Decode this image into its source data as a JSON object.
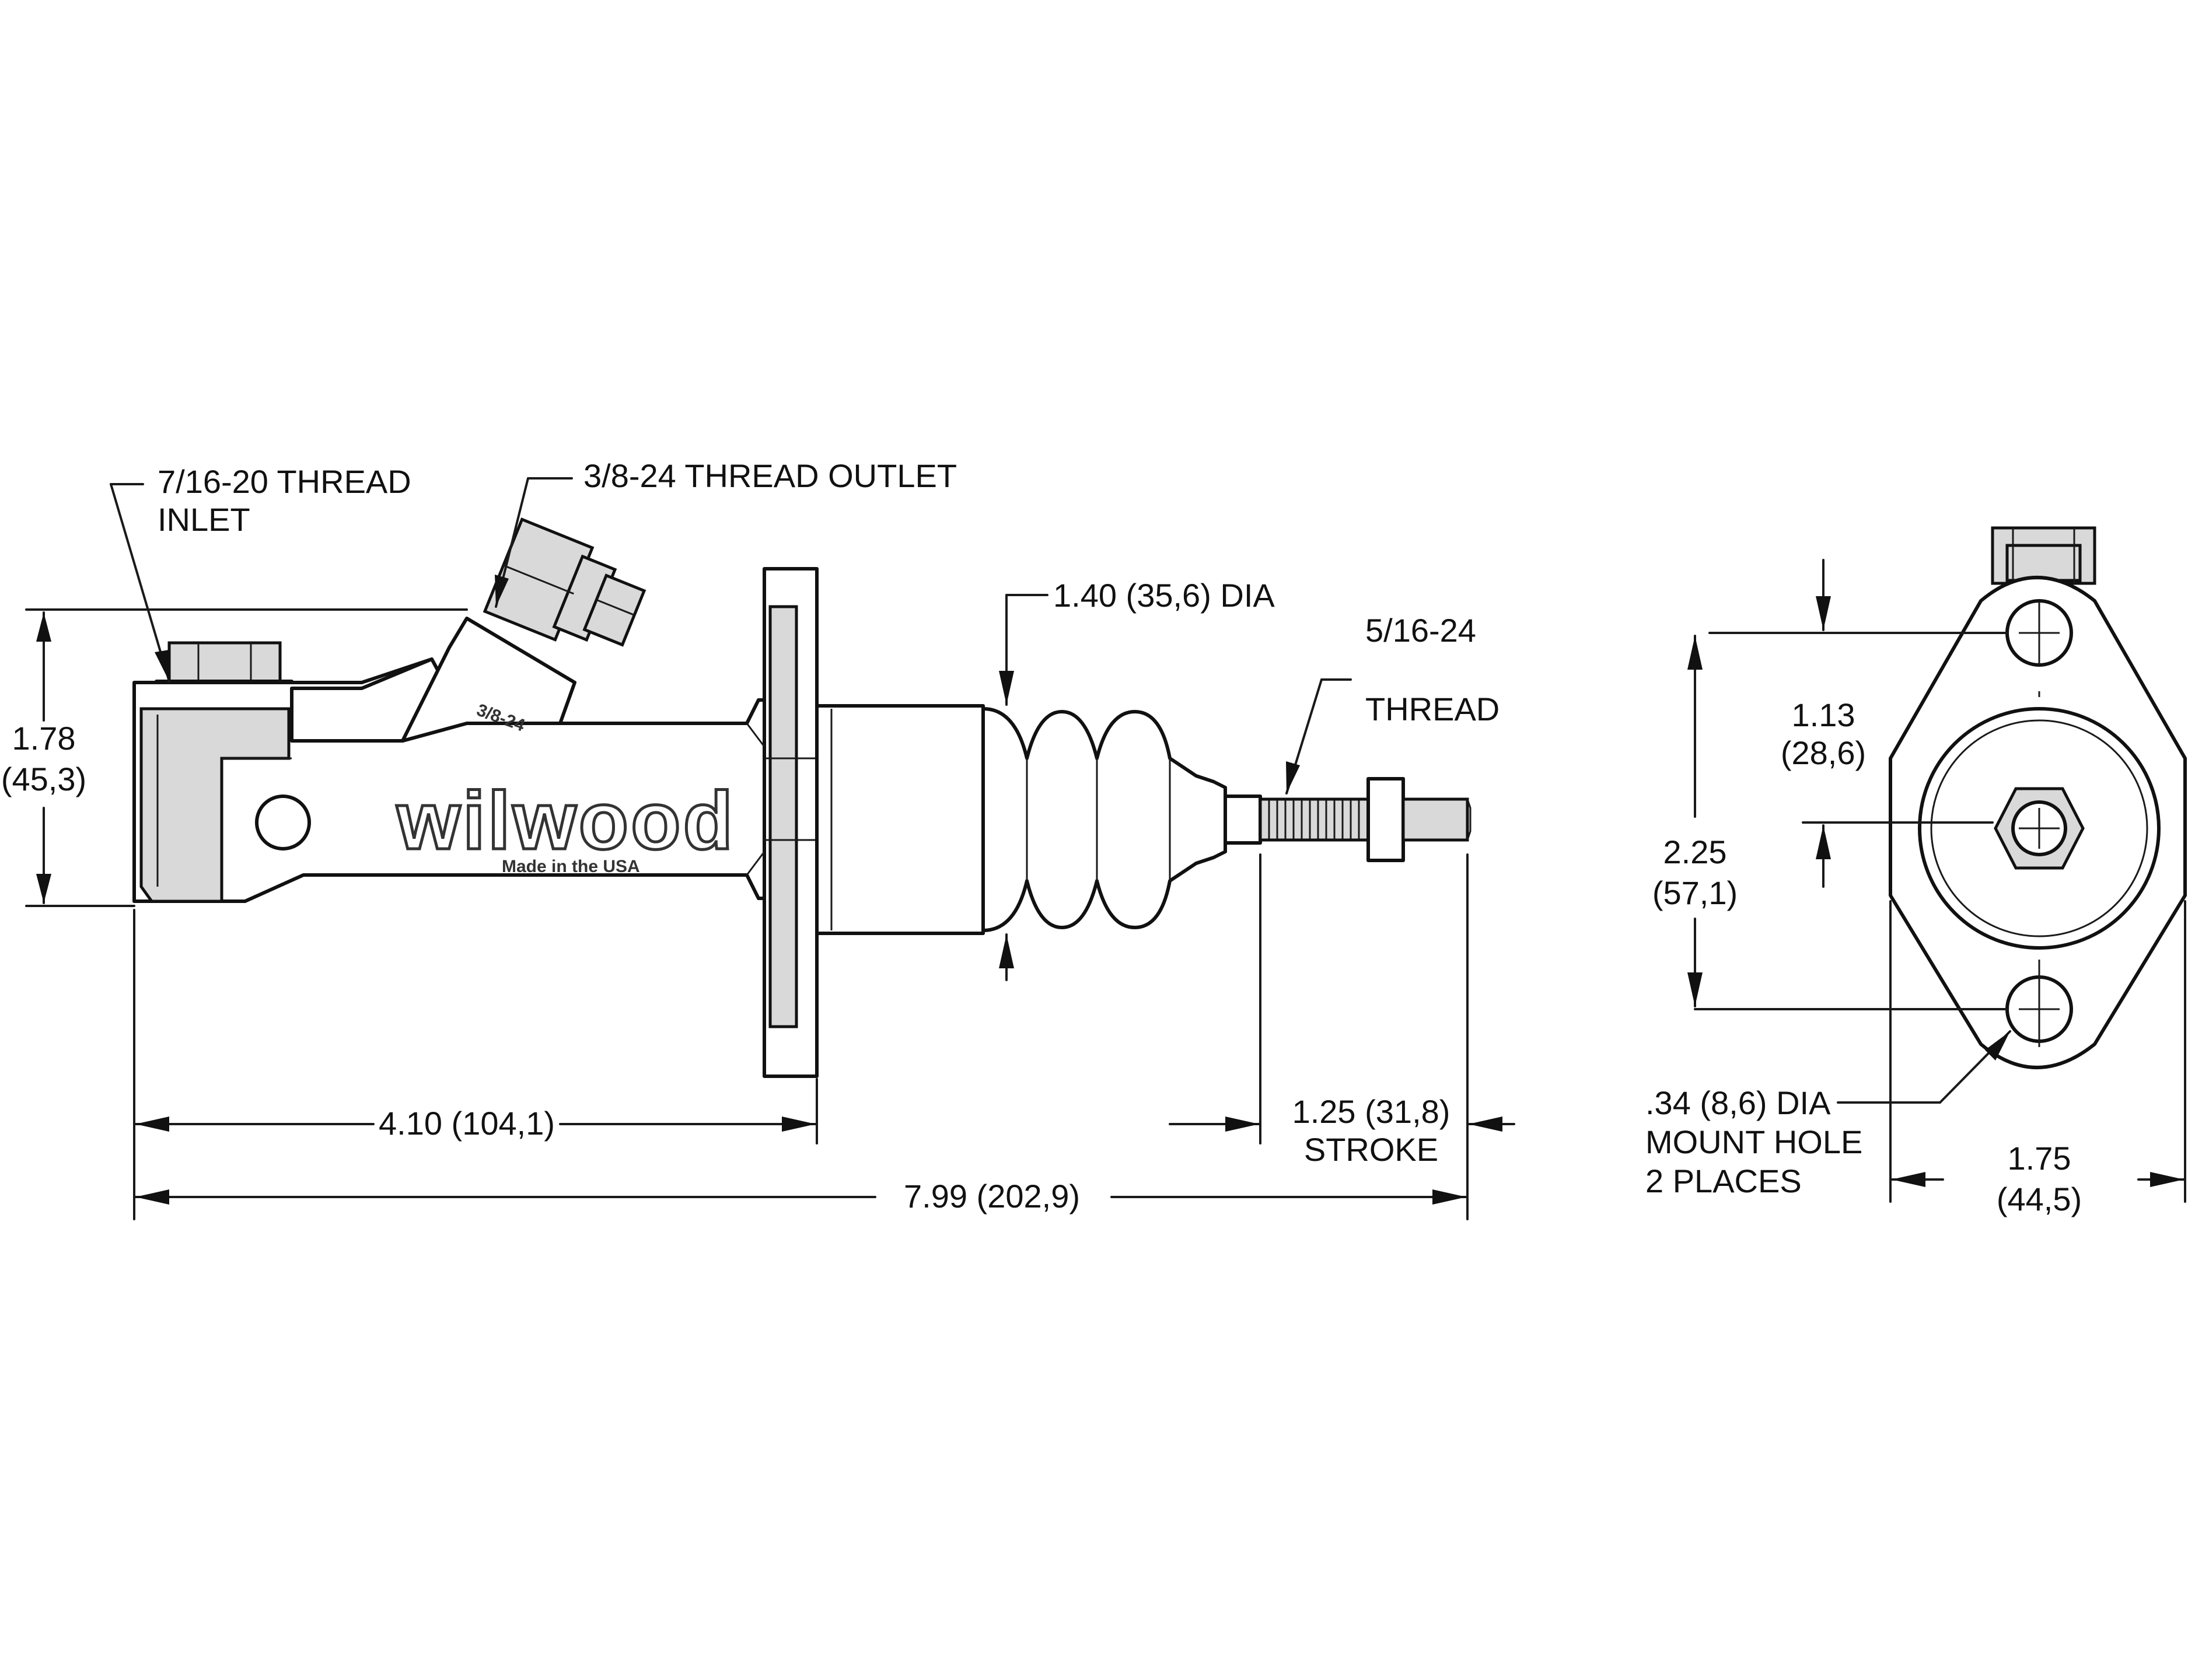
{
  "callouts": {
    "inlet": {
      "line1": "7/16-20 THREAD",
      "line2": "INLET"
    },
    "outlet": "3/8-24 THREAD OUTLET",
    "boot_dia": "1.40 (35,6) DIA",
    "pushrod_thread": {
      "line1": "5/16-24",
      "line2": "THREAD"
    },
    "mount_hole": {
      "line1": ".34 (8,6) DIA",
      "line2": "MOUNT HOLE",
      "line3": "2 PLACES"
    }
  },
  "dimensions": {
    "body_height": {
      "line1": "1.78",
      "line2": "(45,3)"
    },
    "length_to_flange": "4.10 (104,1)",
    "stroke": {
      "line1": "1.25 (31,8)",
      "line2": "STROKE"
    },
    "overall_length": "7.99 (202,9)",
    "bore_offset": {
      "line1": "1.13",
      "line2": "(28,6)"
    },
    "hole_spacing": {
      "line1": "2.25",
      "line2": "(57,1)"
    },
    "flange_width": {
      "line1": "1.75",
      "line2": "(44,5)"
    }
  },
  "branding": {
    "logo": "wilwood",
    "tagline": "Made in the USA",
    "outlet_stamp": "3/8-24"
  }
}
